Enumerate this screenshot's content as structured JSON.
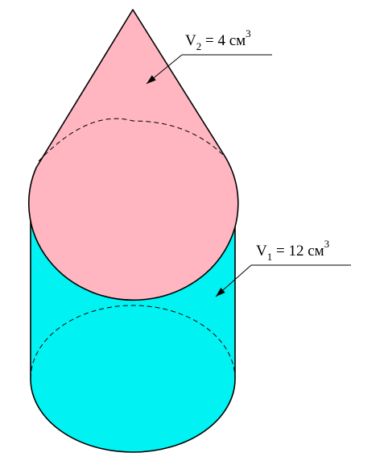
{
  "solids": {
    "cone": {
      "name": "cone",
      "color": "#FFB6C1",
      "label": {
        "symbol": "V",
        "subscript": "2",
        "equals": " = ",
        "value": "4",
        "unit": " см",
        "superscript": "3"
      }
    },
    "cylinder": {
      "name": "cylinder",
      "color": "#00F2F2",
      "label": {
        "symbol": "V",
        "subscript": "1",
        "equals": " = ",
        "value": "12",
        "unit": " см",
        "superscript": "3"
      }
    }
  },
  "colors": {
    "outline": "#000000",
    "hidden_edge": "#000000"
  }
}
